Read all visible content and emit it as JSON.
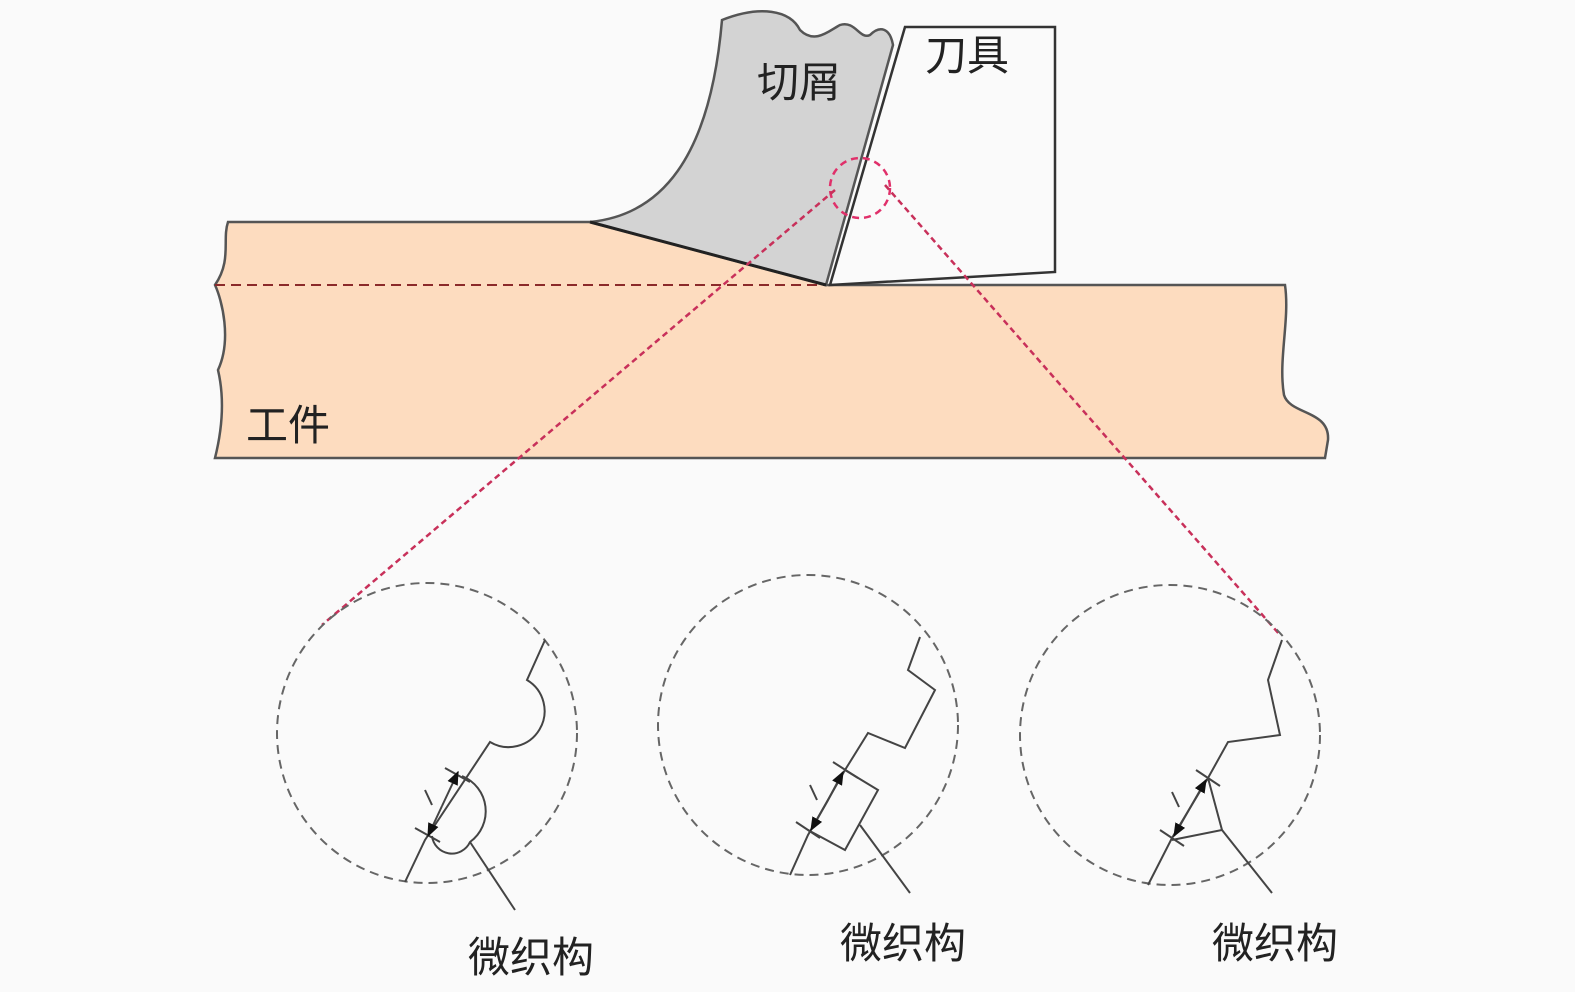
{
  "labels": {
    "chip": "切屑",
    "tool": "刀具",
    "workpiece": "工件",
    "microtexture_1": "微织构",
    "microtexture_2": "微织构",
    "microtexture_3": "微织构"
  },
  "colors": {
    "workpiece": "#fddcbf",
    "chip": "#d3d3d3",
    "zoom_lines": "#e0306a",
    "outline": "#333333",
    "circle_dash": "#666666"
  }
}
